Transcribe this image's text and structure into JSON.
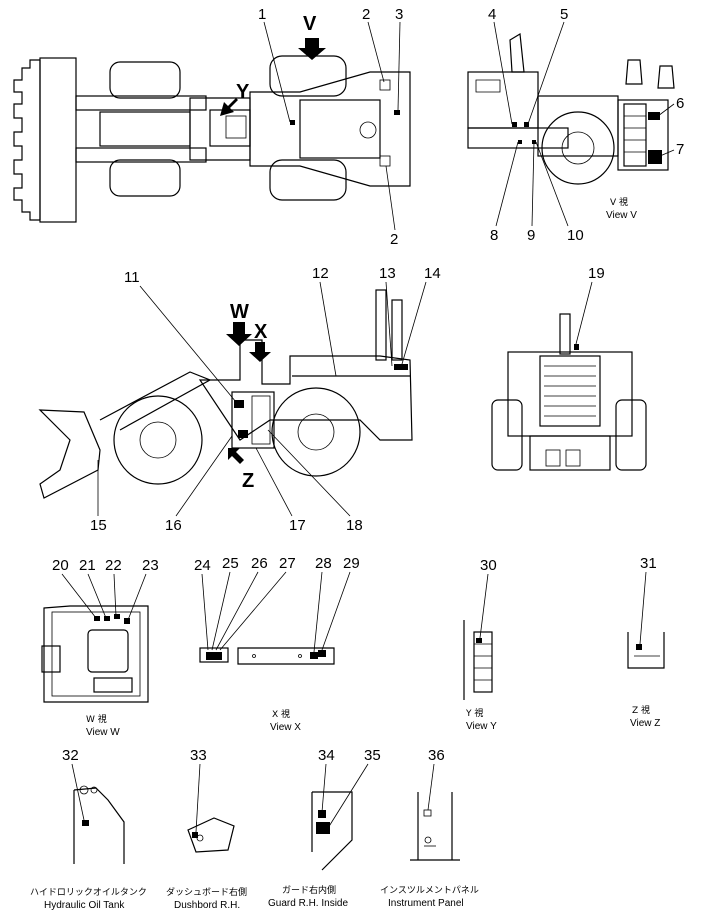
{
  "callouts": [
    "1",
    "2",
    "3",
    "4",
    "5",
    "6",
    "7",
    "8",
    "9",
    "10",
    "11",
    "12",
    "13",
    "14",
    "15",
    "16",
    "17",
    "18",
    "19",
    "20",
    "21",
    "22",
    "23",
    "24",
    "25",
    "26",
    "27",
    "28",
    "29",
    "30",
    "31",
    "32",
    "33",
    "34",
    "35",
    "36"
  ],
  "view_arrows": {
    "v": "V",
    "y": "Y",
    "w": "W",
    "x": "X",
    "z": "Z"
  },
  "captions": {
    "view_v_jp": "V 視",
    "view_v_en": "View V",
    "view_w_jp": "W 視",
    "view_w_en": "View W",
    "view_x_jp": "X 視",
    "view_x_en": "View X",
    "view_y_jp": "Y 視",
    "view_y_en": "View Y",
    "view_z_jp": "Z 視",
    "view_z_en": "View Z",
    "hyd_jp": "ハイドロリックオイルタンク",
    "hyd_en": "Hydraulic Oil Tank",
    "dash_jp": "ダッシュボード右側",
    "dash_en": "Dushbord R.H.",
    "guard_jp": "ガード右内側",
    "guard_en": "Guard R.H. Inside",
    "panel_jp": "インスツルメントパネル",
    "panel_en": "Instrument Panel"
  }
}
